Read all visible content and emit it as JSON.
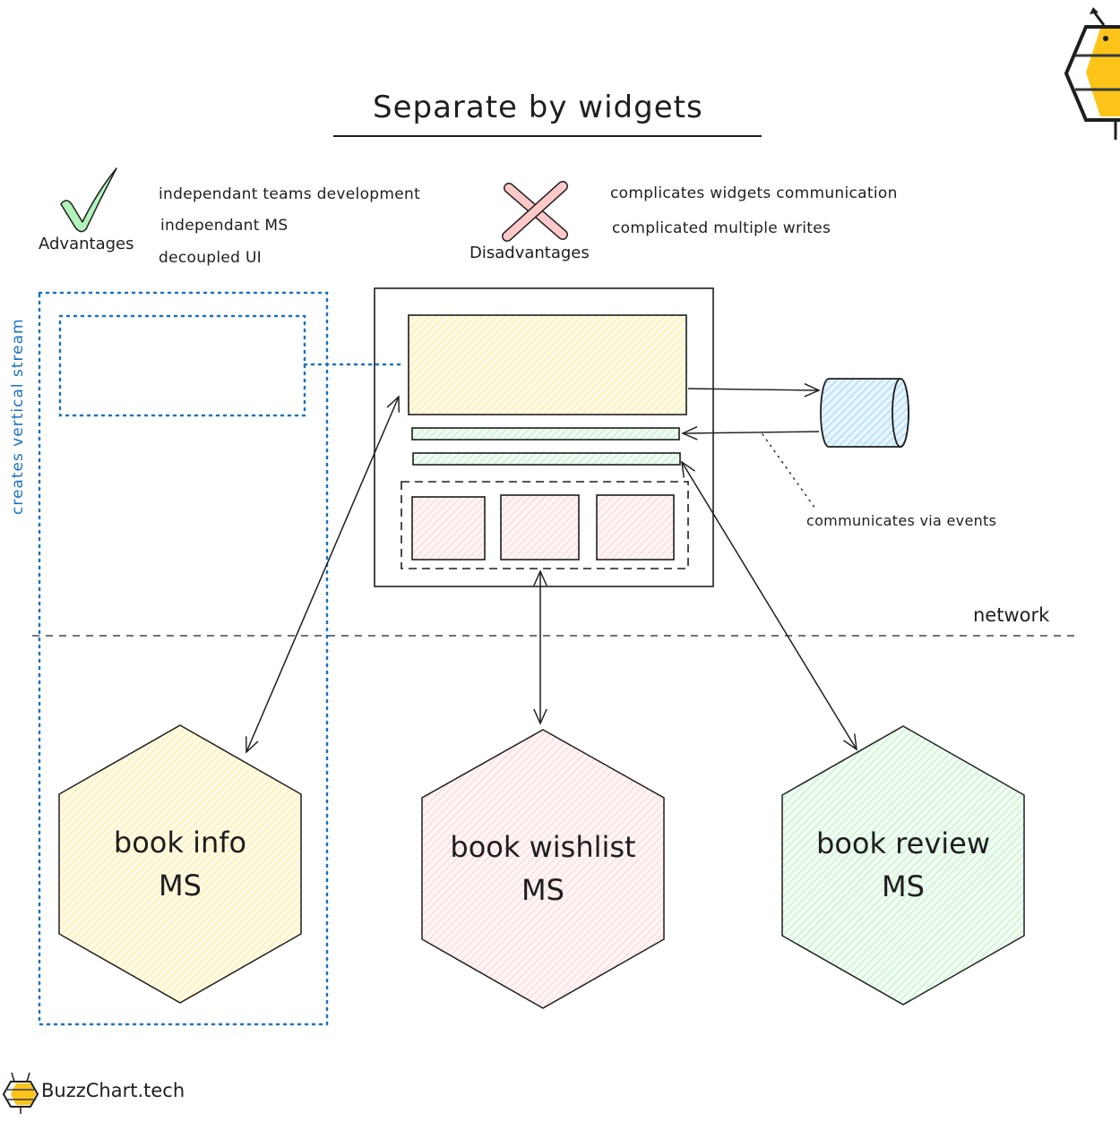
{
  "title": "Separate by widgets",
  "advantages": {
    "label": "Advantages",
    "icon": "check-mark-icon",
    "items": [
      "independant teams development",
      "independant MS",
      "decoupled UI"
    ]
  },
  "disadvantages": {
    "label": "Disadvantages",
    "icon": "x-mark-icon",
    "items": [
      "complicates widgets communication",
      "complicated multiple writes"
    ]
  },
  "annotations": {
    "vertical_stream": "creates vertical stream",
    "events": "communicates via events",
    "network": "network"
  },
  "page_mockup": {
    "header_widget_color": "#fff3bf",
    "bar_widget_color": "#d3f9d8",
    "tile_widget_color": "#ffe3e3"
  },
  "message_bus": {
    "icon": "cylinder-queue-icon",
    "color": "#a5d8ff"
  },
  "services": [
    {
      "line1": "book info",
      "line2": "MS",
      "color": "#fff3bf"
    },
    {
      "line1": "book wishlist",
      "line2": "MS",
      "color": "#ffe3e3"
    },
    {
      "line1": "book review",
      "line2": "MS",
      "color": "#d3f9d8"
    }
  ],
  "colors": {
    "stream_blue": "#1971c2",
    "ink": "#1e1e1e",
    "bee_yellow": "#fcc419"
  },
  "brand": {
    "name": "BuzzChart.tech"
  }
}
